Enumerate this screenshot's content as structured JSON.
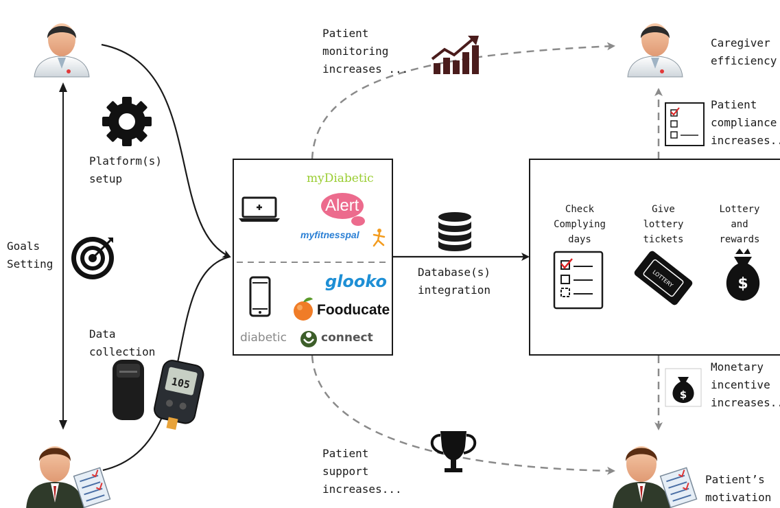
{
  "labels": {
    "platform_setup": "Platform(s)\nsetup",
    "goals_setting": "Goals\nSetting",
    "data_collection": "Data\ncollection",
    "patient_monitoring": "Patient\nmonitoring\nincreases ...",
    "caregiver_efficiency": "Caregiver\nefficiency",
    "patient_compliance": "Patient\ncompliance\nincreases...",
    "database_integration": "Database(s)\nintegration",
    "monetary_incentive": "Monetary\nincentive\nincreases...",
    "patient_support": "Patient\nsupport\nincreases...",
    "patients_motivation": "Patient’s\nmotivation"
  },
  "apps": {
    "mydiabetic": "myDiabetic",
    "alert": "Alert",
    "myfitnesspal": "myfitnesspal",
    "glooko": "glooko",
    "fooducate": "Fooducate",
    "diabetic": "diabetic",
    "connect": "connect"
  },
  "process": {
    "step1": "Check\nComplying\ndays",
    "step2": "Give\nlottery\ntickets",
    "step3": "Lottery\nand\nrewards",
    "ticket_text": "LOTTERY"
  },
  "device": {
    "glucometer_reading": "105"
  },
  "icons": [
    "doctor-icon",
    "patient-icon",
    "gear-icon",
    "target-icon",
    "laptop-icon",
    "phone-icon",
    "database-icon",
    "trend-chart-icon",
    "trophy-icon",
    "checklist-icon",
    "money-bag-icon",
    "lottery-ticket-icon",
    "fitness-band-icon",
    "glucometer-icon"
  ],
  "colors": {
    "line": "#1a1a1a",
    "dashed": "#8a8a8a",
    "mydiabetic": "#9acd32",
    "alert": "#ec6b8d",
    "glooko": "#1e8fd5",
    "trend": "#4a1c1c"
  }
}
